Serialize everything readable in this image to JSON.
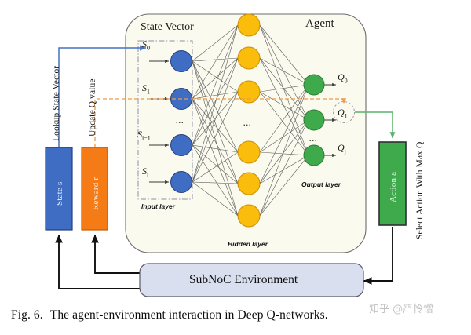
{
  "figure": {
    "caption_number": "Fig. 6.",
    "caption_text": "The agent-environment interaction in Deep Q-networks.",
    "watermark": "知乎 @严怜憎"
  },
  "agent_panel": {
    "title": "Agent",
    "state_vector_title": "State Vector",
    "input_layer_label": "Input layer",
    "hidden_layer_label": "Hidden layer",
    "output_layer_label": "Output layer",
    "fill": "#fbfaef",
    "stroke": "#6b6b6b"
  },
  "input_layer": {
    "node_color": "#3f6dc4",
    "node_stroke": "#24407f",
    "count": 4,
    "labels": [
      "S0",
      "S1",
      "Si−1",
      "Si"
    ],
    "ellipsis": "..."
  },
  "hidden_layer": {
    "node_color": "#fbbd0b",
    "node_stroke": "#c98f06",
    "count": 6,
    "ellipsis": "..."
  },
  "output_layer": {
    "node_color": "#3faa4b",
    "node_stroke": "#2b7a33",
    "count": 3,
    "q_labels": [
      "Q0",
      "Q1",
      "Qj"
    ],
    "ellipsis": "...",
    "highlight_target": "Q1"
  },
  "blocks": {
    "state": {
      "label": "State s",
      "fill": "#3f6dc4",
      "stroke": "#24407f"
    },
    "reward": {
      "label": "Reward r",
      "fill": "#f47b16",
      "stroke": "#c45c06"
    },
    "action": {
      "label": "Action a",
      "fill": "#3faa4b",
      "stroke": "#2f2f2f"
    },
    "environment": {
      "label": "SubNoC Environment",
      "fill": "#d9dfee",
      "stroke": "#5a5a6a"
    }
  },
  "flow_labels": {
    "lookup": "Lookup State Vector",
    "update": "Update Q value",
    "select": "Select Action With Max Q"
  },
  "colors": {
    "blue_arrow": "#4472c4",
    "orange_dashed": "#ed9b46",
    "green_arrow": "#59b26a",
    "black_arrow": "#111111",
    "link_gray": "#555555",
    "dashdot_border": "#8a93a8"
  }
}
